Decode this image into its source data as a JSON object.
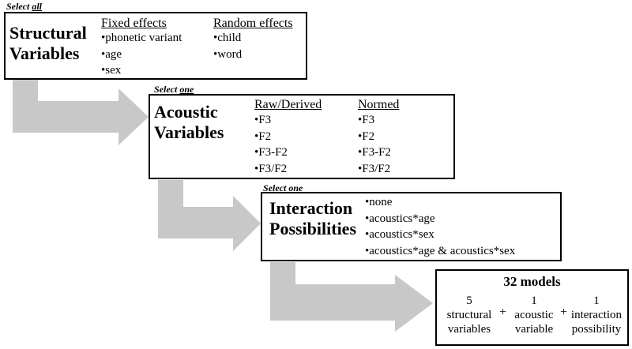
{
  "colors": {
    "arrow": "#c8c8c8",
    "border": "#000000"
  },
  "structural": {
    "select_word": "Select",
    "select_emph": "all",
    "title_line1": "Structural",
    "title_line2": "Variables",
    "fixed_header": "Fixed effects",
    "fixed_items": [
      "•phonetic variant",
      "•age",
      "•sex"
    ],
    "random_header": "Random effects",
    "random_items": [
      "•child",
      "•word"
    ]
  },
  "acoustic": {
    "select_word": "Select",
    "select_emph": "one",
    "title_line1": "Acoustic",
    "title_line2": "Variables",
    "raw_header": "Raw/Derived",
    "raw_items": [
      "•F3",
      "•F2",
      "•F3-F2",
      "•F3/F2"
    ],
    "normed_header": "Normed",
    "normed_items": [
      "•F3",
      "•F2",
      "•F3-F2",
      "•F3/F2"
    ]
  },
  "interaction": {
    "select_word": "Select",
    "select_emph": "one",
    "title_line1": "Interaction",
    "title_line2": "Possibilities",
    "items": [
      "•none",
      "•acoustics*age",
      "•acoustics*sex",
      "•acoustics*age & acoustics*sex"
    ]
  },
  "summary": {
    "title": "32 models",
    "col1": [
      "5",
      "structural",
      "variables"
    ],
    "col2": [
      "1",
      "acoustic",
      "variable"
    ],
    "col3": [
      "1",
      "interaction",
      "possibility"
    ],
    "plus": "+"
  }
}
